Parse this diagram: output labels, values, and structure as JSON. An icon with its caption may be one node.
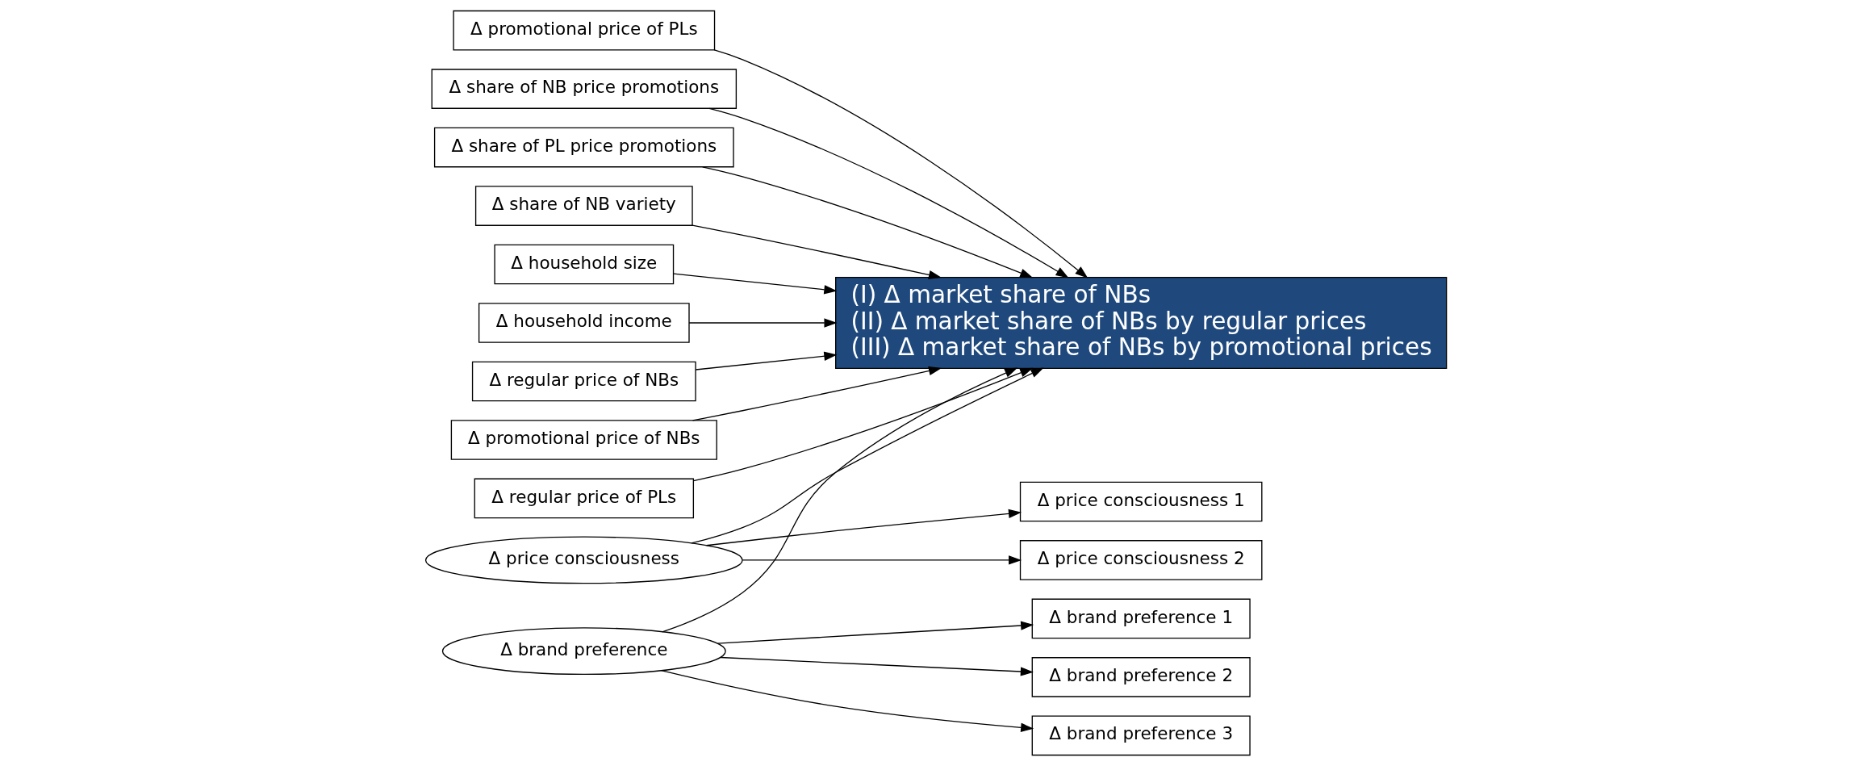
{
  "diagram": {
    "nodes": [
      {
        "text": [
          "Δ regular price of NBs"
        ]
      },
      {
        "text": [
          "Δ promotional price of NBs"
        ]
      },
      {
        "text": [
          "Δ regular price of PLs"
        ]
      },
      {
        "text": [
          "Δ promotional price of PLs"
        ]
      },
      {
        "text": [
          "Δ share of NB price promotions"
        ]
      },
      {
        "text": [
          "Δ share of PL price promotions"
        ]
      },
      {
        "text": [
          "Δ share of NB variety"
        ]
      },
      {
        "text": [
          "Δ price consciousness 1"
        ]
      },
      {
        "text": [
          "Δ price consciousness 2"
        ]
      },
      {
        "text": [
          "Δ household size"
        ]
      },
      {
        "text": [
          "Δ household income"
        ]
      },
      {
        "text": [
          "Δ price consciousness"
        ]
      },
      {
        "text": [
          "(I) Δ market share of NBs",
          "(II) Δ market share of NBs by regular prices",
          "(III) Δ market share of NBs by promotional prices"
        ]
      },
      {
        "text": [
          "Δ brand preference"
        ]
      },
      {
        "text": [
          "Δ brand preference 1"
        ]
      },
      {
        "text": [
          "Δ brand preference 2"
        ]
      },
      {
        "text": [
          "Δ brand preference 3"
        ]
      }
    ],
    "edges": [
      {
        "from": 0,
        "to": 12,
        "arrow": "to"
      },
      {
        "from": 1,
        "to": 12,
        "arrow": "to"
      },
      {
        "from": 2,
        "to": 12,
        "arrow": "to"
      },
      {
        "from": 3,
        "to": 12,
        "arrow": "to"
      },
      {
        "from": 4,
        "to": 12,
        "arrow": "to"
      },
      {
        "from": 5,
        "to": 12,
        "arrow": "to"
      },
      {
        "from": 6,
        "to": 12,
        "arrow": "to"
      },
      {
        "from": 11,
        "to": 7,
        "arrow": "to"
      },
      {
        "from": 11,
        "to": 8,
        "arrow": "to"
      },
      {
        "from": 11,
        "to": 12,
        "arrow": "to"
      },
      {
        "from": 9,
        "to": 12,
        "arrow": "to"
      },
      {
        "from": 10,
        "to": 12,
        "arrow": "to"
      },
      {
        "from": 13,
        "to": 12,
        "arrow": "to"
      },
      {
        "from": 13,
        "to": 14,
        "arrow": "to"
      },
      {
        "from": 13,
        "to": 15,
        "arrow": "to"
      },
      {
        "from": 13,
        "to": 16,
        "arrow": "to"
      }
    ]
  }
}
